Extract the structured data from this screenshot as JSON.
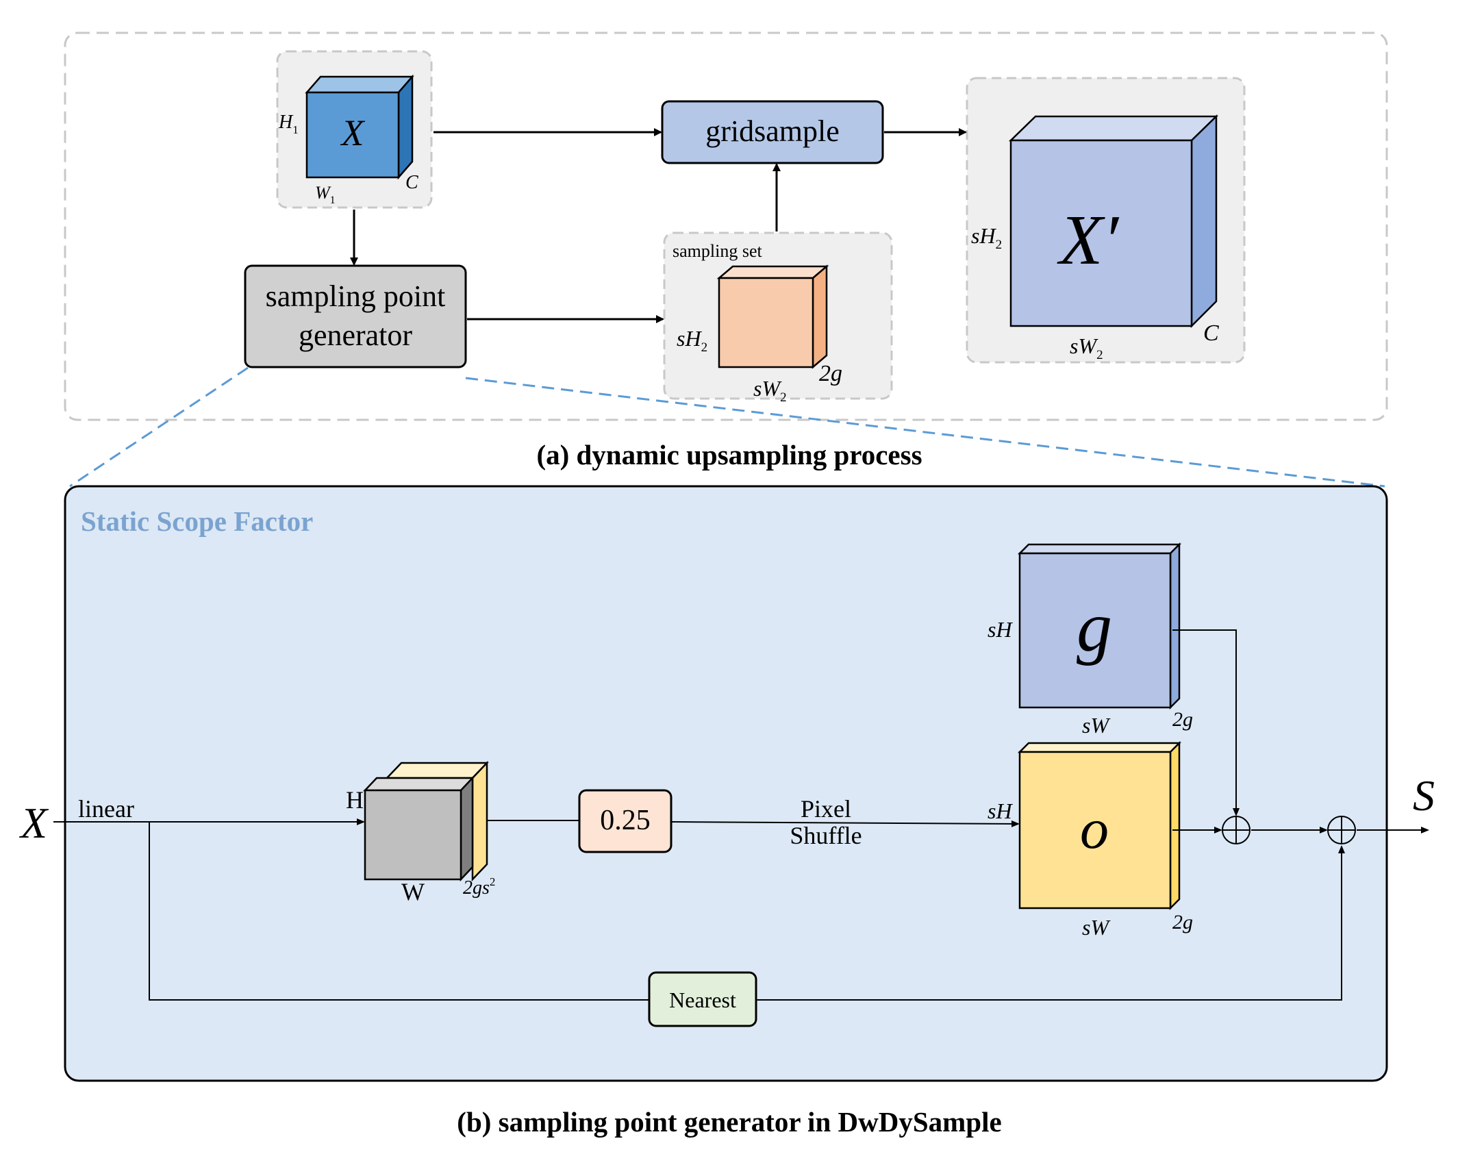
{
  "panel_a": {
    "caption": "(a)  dynamic upsampling process",
    "input": {
      "label": "X",
      "h_label": "H",
      "h_sub": "1",
      "w_label": "W",
      "w_sub": "1",
      "c_label": "C"
    },
    "gridsample": "gridsample",
    "generator": {
      "line1": "sampling point",
      "line2": "generator"
    },
    "sampling_set": {
      "title": "sampling set",
      "h_label": "sH",
      "h_sub": "2",
      "w_label": "sW",
      "w_sub": "2",
      "c_label": "2g"
    },
    "output": {
      "label": "X′",
      "h_label": "sH",
      "h_sub": "2",
      "w_label": "sW",
      "w_sub": "2",
      "c_label": "C"
    }
  },
  "panel_b": {
    "caption": "(b) sampling point generator in DwDySample",
    "title": "Static Scope Factor",
    "input_label": "X",
    "linear_label": "linear",
    "feature": {
      "h_label": "H",
      "w_label": "W",
      "c_label": "2gs",
      "c_sup": "2"
    },
    "scale_value": "0.25",
    "pixel_shuffle": {
      "line1": "Pixel",
      "line2": "Shuffle"
    },
    "g_tensor": {
      "label": "g",
      "h_label": "sH",
      "w_label": "sW",
      "c_label": "2g"
    },
    "o_tensor": {
      "label": "o",
      "h_label": "sH",
      "w_label": "sW",
      "c_label": "2g"
    },
    "nearest": "Nearest",
    "output_label": "S"
  },
  "colors": {
    "input_cube": "#5b9bd5",
    "gridsample_fill": "#b4c7e7",
    "generator_fill": "#d0d0d0",
    "sampling_cube": "#f8cbad",
    "output_cube": "#b4c3e6",
    "panel_b_fill": "#dce8f5",
    "panel_b_title": "#7ba3d0",
    "scale_fill": "#fde4d4",
    "nearest_fill": "#e2efda",
    "o_cube": "#ffe294",
    "dash_link": "#5b9bd5"
  }
}
